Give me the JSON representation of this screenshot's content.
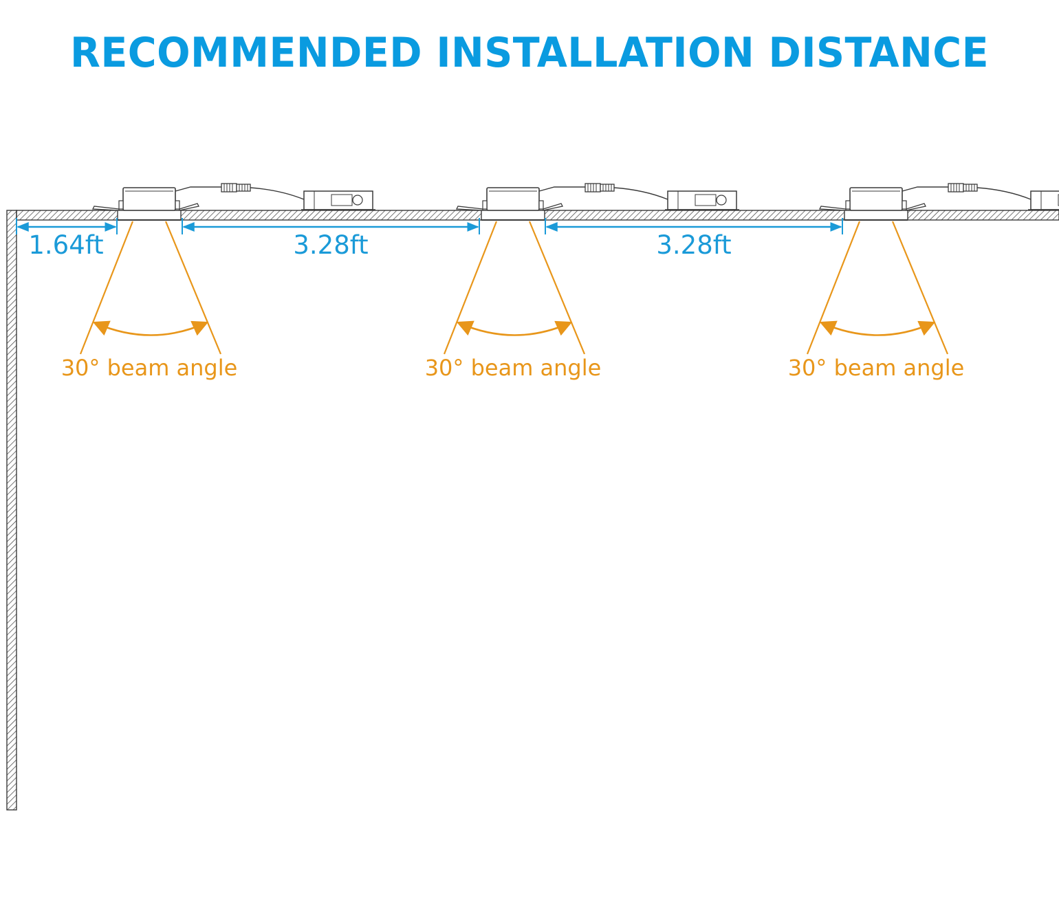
{
  "title": "RECOMMENDED INSTALLATION DISTANCE",
  "dimensions": {
    "wall_to_first": "1.64ft",
    "between_1": "3.28ft",
    "between_2": "3.28ft"
  },
  "lights": [
    {
      "beam_label": "30° beam angle"
    },
    {
      "beam_label": "30° beam angle"
    },
    {
      "beam_label": "30° beam angle"
    }
  ],
  "colors": {
    "title": "#0a9be0",
    "dimension": "#1a9ad8",
    "beam": "#e8961a",
    "structure": "#3a3a3a"
  }
}
